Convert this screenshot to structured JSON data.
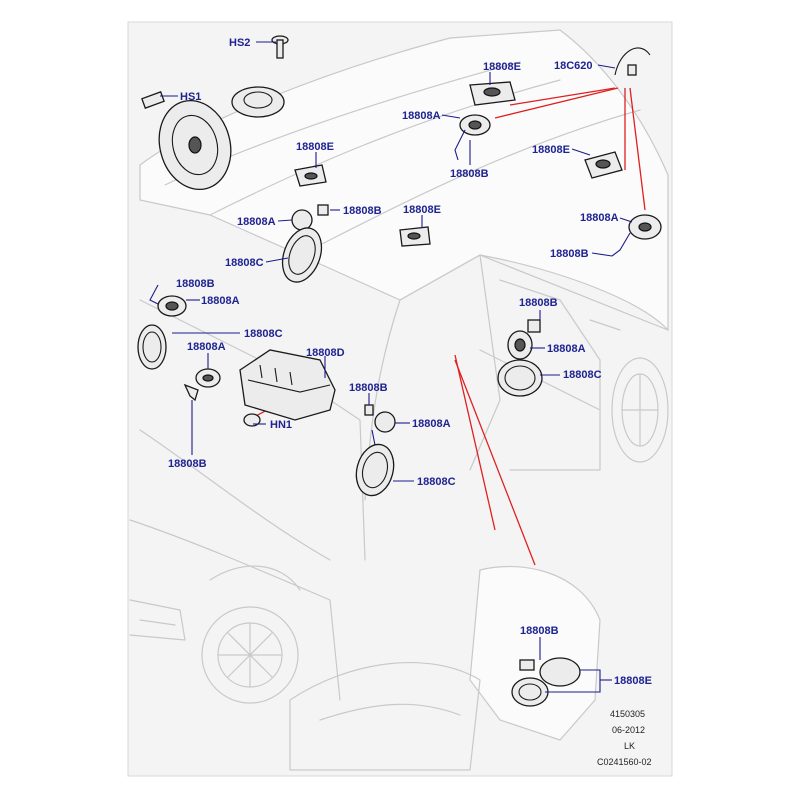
{
  "labels": {
    "hs2": "HS2",
    "hs1": "HS1",
    "c620": "18C620",
    "roof_e_1": "18808E",
    "roof_a_1": "18808A",
    "roof_b_1": "18808B",
    "roof_e_2": "18808E",
    "rear_e": "18808E",
    "rear_a": "18808A",
    "rear_b": "18808B",
    "front_e": "18808E",
    "front_a": "18808A",
    "front_b": "18808B",
    "front_c": "18808C",
    "mid_e": "18808E",
    "left_b": "18808B",
    "left_a": "18808A",
    "left_c": "18808C",
    "dash_a": "18808A",
    "dash_b": "18808B",
    "amp_d": "18808D",
    "hn1": "HN1",
    "door_b": "18808B",
    "door_a": "18808A",
    "door_c": "18808C",
    "rdoor_b": "18808B",
    "rdoor_a": "18808A",
    "rdoor_c": "18808C",
    "seat_b": "18808B",
    "seat_e": "18808E"
  },
  "reference": {
    "number": "4150305",
    "date": "06-2012",
    "code": "LK",
    "illustration": "C0241560-02"
  },
  "colors": {
    "label": "#1e2390",
    "callout": "#e02020",
    "outline": "#c9c9c9"
  }
}
